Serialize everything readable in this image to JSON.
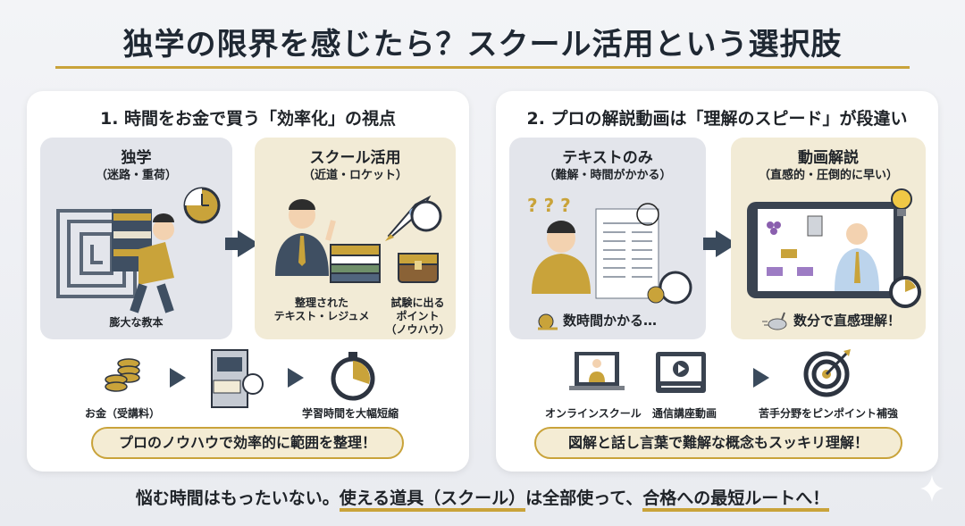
{
  "title": "独学の限界を感じたら？スクール活用という選択肢",
  "section1": {
    "heading": "1. 時間をお金で買う「効率化」の視点",
    "left": {
      "title": "独学",
      "subtitle": "（迷路・重荷）",
      "caption": "膨大な教本"
    },
    "right": {
      "title": "スクール活用",
      "subtitle": "（近道・ロケット）",
      "caption1": "整理された\nテキスト・レジュメ",
      "caption2": "試験に出る\nポイント\n（ノウハウ）"
    },
    "flow": [
      "お金（受講料）",
      "学習時間を大幅短縮"
    ],
    "callout": "プロのノウハウで効率的に範囲を整理！"
  },
  "section2": {
    "heading": "2. プロの解説動画は「理解のスピード」が段違い",
    "left": {
      "title": "テキストのみ",
      "subtitle": "（難解・時間がかかる）",
      "caption": "数時間かかる…"
    },
    "right": {
      "title": "動画解説",
      "subtitle": "（直感的・圧倒的に早い）",
      "caption": "数分で直感理解！"
    },
    "flow": [
      "オンラインスクール",
      "通信講座動画",
      "苦手分野をピンポイント補強"
    ],
    "callout": "図解と話し言葉で難解な概念もスッキリ理解！"
  },
  "footer": {
    "part1": "悩む時間はもったいない。",
    "part2": "使える道具（スクール）",
    "part3": "は全部使って、",
    "part4": "合格への最短ルートへ！"
  },
  "colors": {
    "gold": "#c9a33a",
    "navy": "#3a4a5c",
    "gray_panel": "#e3e5eb",
    "cream_panel": "#f2ebd6"
  }
}
